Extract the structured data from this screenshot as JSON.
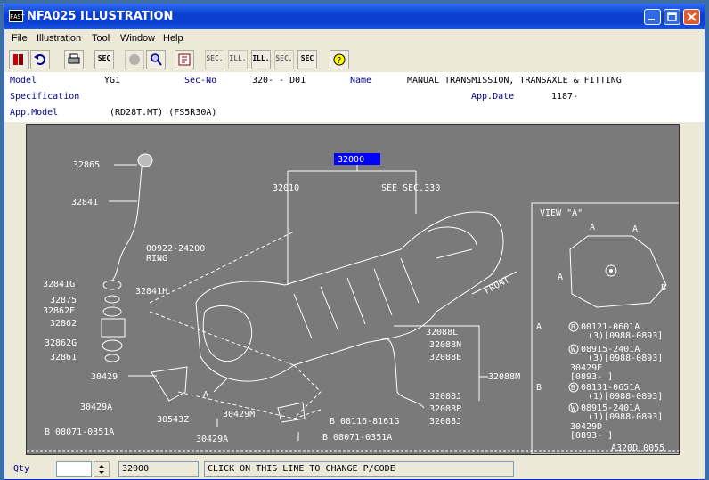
{
  "window": {
    "title": "NFA025  ILLUSTRATION",
    "app_icon_text": "FAST"
  },
  "menu": [
    "File",
    "Illustration",
    "Tool",
    "Window",
    "Help"
  ],
  "toolbar": {
    "sec_label": "SEC",
    "sec2_label": "SEC.",
    "ill_label": "ILL.",
    "ill_down_label": "ILL.",
    "sec_down_label": "SEC.",
    "sec_q_label": "SEC"
  },
  "info": {
    "model_label": "Model",
    "model_value": "YG1",
    "secno_label": "Sec-No",
    "secno_value": "320-  - D01",
    "name_label": "Name",
    "name_value": "MANUAL TRANSMISSION, TRANSAXLE & FITTING",
    "spec_label": "Specification",
    "appdate_label": "App.Date",
    "appdate_value": "1187-",
    "appmodel_label": "App.Model",
    "appmodel_value": "(RD28T.MT)  (FS5R30A)"
  },
  "diagram": {
    "selected_code": "32000",
    "callouts": [
      "32865",
      "32841",
      "00922-24200",
      "RING",
      "32841G",
      "32841H",
      "32875",
      "32862E",
      "32862",
      "32862G",
      "32861",
      "30429",
      "30429A",
      "30543Z",
      "30429M",
      "30429A",
      "B 08071-0351A",
      "B 08071-0351A",
      "32010",
      "SEE SEC.330",
      "FRONT",
      "A",
      "32088L",
      "32088N",
      "32088E",
      "32088M",
      "32088J",
      "32088P",
      "32088J",
      "B 08116-8161G"
    ],
    "view_title": "VIEW \"A\"",
    "view_letters": [
      "A",
      "A",
      "A",
      "B"
    ],
    "view_notes": [
      {
        "key": "A",
        "mark": "B",
        "part": "00121-0601A",
        "sub": "(3)[0988-0893]"
      },
      {
        "key": "",
        "mark": "W",
        "part": "08915-2401A",
        "sub": "(3)[0988-0893]"
      },
      {
        "key": "",
        "mark": "",
        "part": "30429E",
        "sub": "[0893-    ]"
      },
      {
        "key": "B",
        "mark": "B",
        "part": "08131-0651A",
        "sub": "(1)[0988-0893]"
      },
      {
        "key": "",
        "mark": "W",
        "part": "08915-2401A",
        "sub": "(1)[0988-0893]"
      },
      {
        "key": "",
        "mark": "",
        "part": "30429D",
        "sub": "[0893-    ]"
      }
    ],
    "figure_id": "A320D 0055"
  },
  "status": {
    "qty_label": "Qty",
    "qty_value": "",
    "code_value": "32000",
    "message": "CLICK ON THIS LINE TO CHANGE P/CODE"
  }
}
